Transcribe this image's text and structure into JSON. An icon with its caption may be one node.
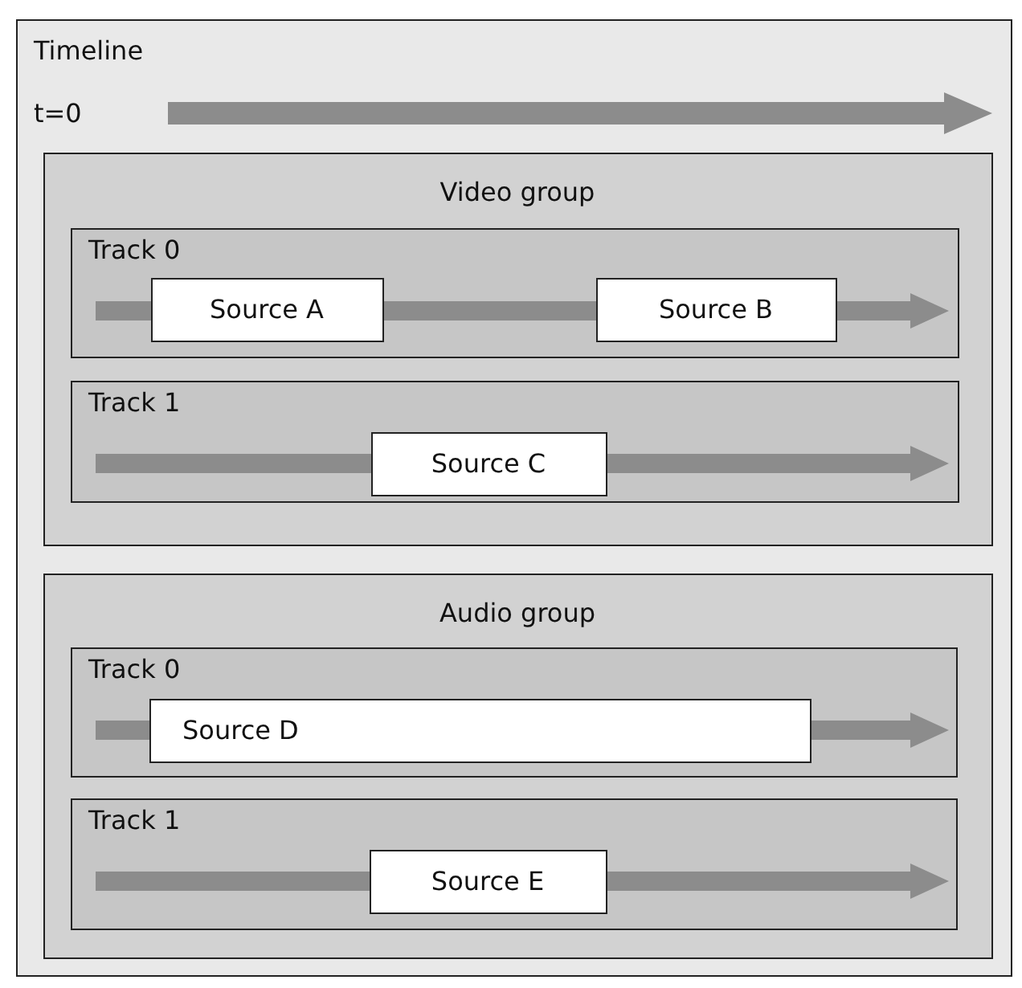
{
  "diagram": {
    "nodes": [
      {
        "text": [
          "Timeline"
        ]
      },
      {
        "text": [
          "Video group"
        ],
        "in": 0
      },
      {
        "text": [
          "Track 0"
        ],
        "in": 1
      },
      {
        "text": [
          "Source A"
        ],
        "in": 2
      },
      {
        "text": [
          "Source B"
        ],
        "in": 2
      },
      {
        "text": [
          "Track 1"
        ],
        "in": 1
      },
      {
        "text": [
          "Source C"
        ],
        "in": 5
      },
      {
        "text": [
          "Audio group"
        ],
        "in": 0
      },
      {
        "text": [
          "Track 0"
        ],
        "in": 7
      },
      {
        "text": [
          "Source D"
        ],
        "in": 8
      },
      {
        "text": [
          "Track 1"
        ],
        "in": 7
      },
      {
        "text": [
          "Source E"
        ],
        "in": 10
      }
    ],
    "labels": [
      "t=0"
    ]
  }
}
